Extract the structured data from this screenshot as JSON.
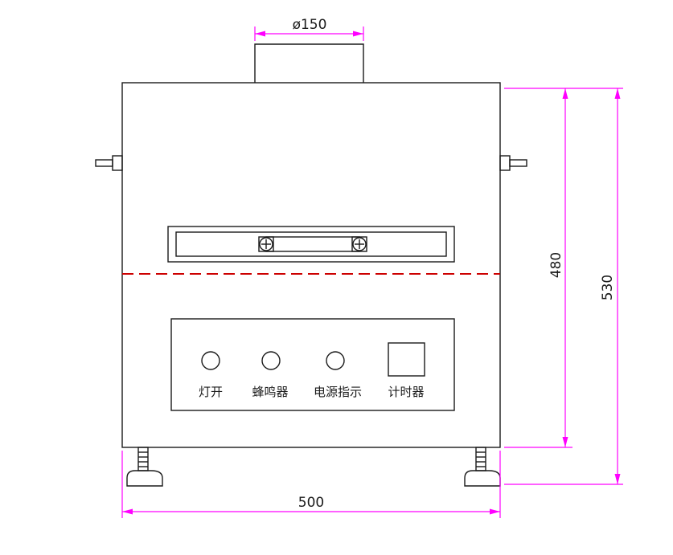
{
  "drawing": {
    "kind": "front-view-engineering-drawing"
  },
  "dimensions": {
    "top_diameter": "ø150",
    "inner_height": "480",
    "outer_height": "530",
    "width": "500"
  },
  "panel": {
    "labels": [
      "灯开",
      "蜂鸣器",
      "电源指示",
      "计时器"
    ]
  },
  "colors": {
    "dimension": "#FF00FF",
    "centerline": "#CC0000",
    "outline": "#1A1A1A"
  }
}
